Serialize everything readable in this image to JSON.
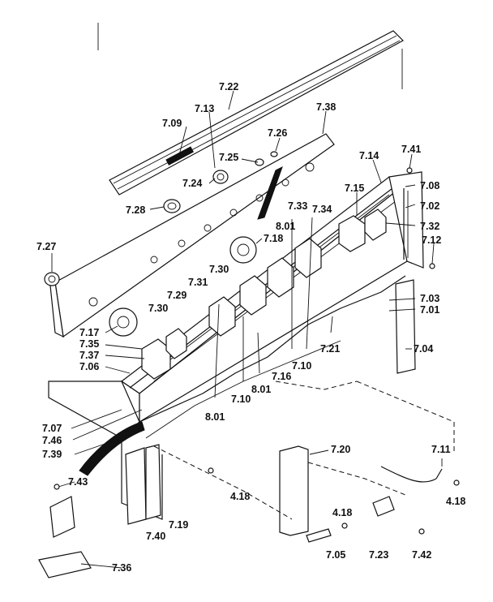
{
  "labels": [
    "7.22",
    "7.09",
    "7.13",
    "7.38",
    "7.26",
    "7.25",
    "7.24",
    "7.14",
    "7.41",
    "7.15",
    "7.08",
    "7.02",
    "7.28",
    "7.33",
    "7.34",
    "8.01",
    "7.32",
    "7.27",
    "7.18",
    "7.12",
    "7.30",
    "7.31",
    "7.29",
    "7.30",
    "7.03",
    "7.01",
    "7.17",
    "7.35",
    "7.37",
    "7.06",
    "7.21",
    "7.04",
    "7.10",
    "7.16",
    "8.01",
    "7.10",
    "8.01",
    "7.07",
    "7.46",
    "7.39",
    "7.20",
    "7.11",
    "7.43",
    "4.18",
    "4.18",
    "7.19",
    "7.40",
    "4.18",
    "7.05",
    "7.23",
    "7.42",
    "7.36"
  ],
  "colors": {
    "ink": "#111111",
    "paper": "#ffffff"
  }
}
